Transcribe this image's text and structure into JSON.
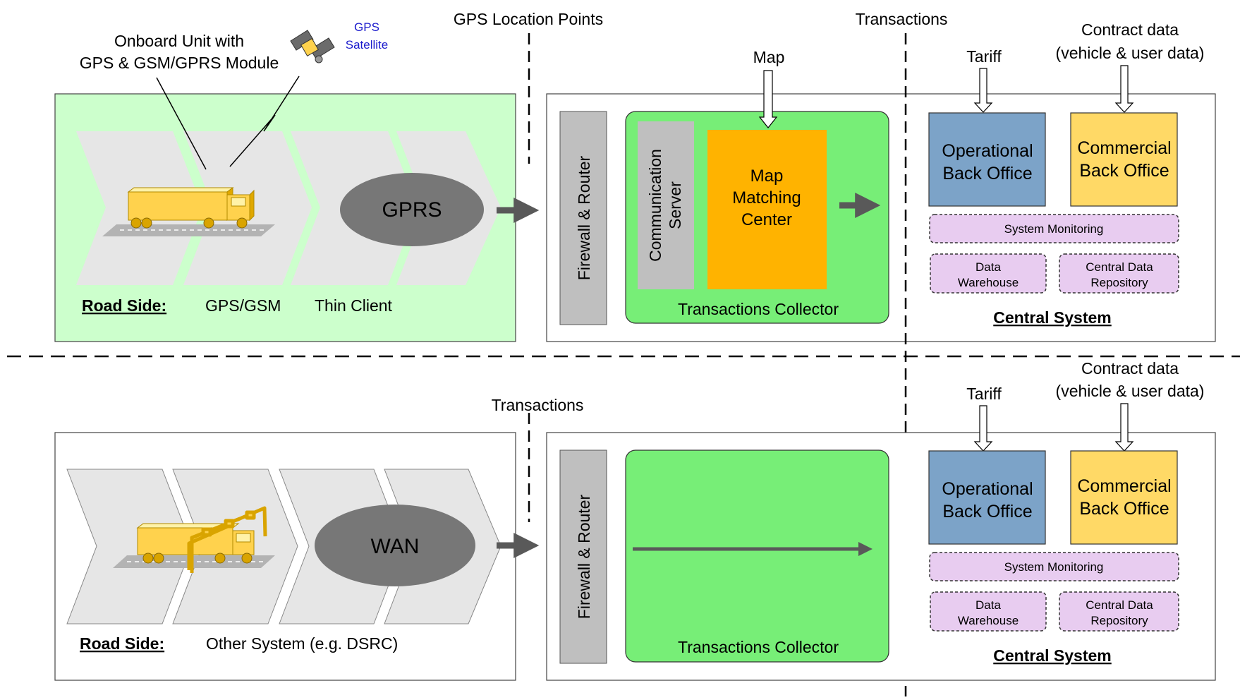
{
  "colors": {
    "outer_green": "#ccffcc",
    "collector_green": "#77ee77",
    "chevron_gray": "#e6e6e6",
    "oval_gray": "#777777",
    "firewall_gray": "#bfbfbf",
    "map_center_orange": "#ffb300",
    "operational_blue": "#7ca3c8",
    "commercial_yellow": "#ffd966",
    "monitoring_pink": "#e8ccf0",
    "satellite_label_blue": "#1a1acc",
    "truck_yellow": "#ffd24d"
  },
  "top_panel": {
    "onboard_label_line1": "Onboard Unit with",
    "onboard_label_line2": "GPS & GSM/GPRS Module",
    "satellite_label_line1": "GPS",
    "satellite_label_line2": "Satellite",
    "gps_points_label": "GPS Location Points",
    "transactions_label": "Transactions",
    "network_label": "GPRS",
    "road_side_label": "Road Side:",
    "stage2_label": "GPS/GSM",
    "stage3_label": "Thin Client",
    "firewall_label": "Firewall & Router",
    "comm_server_line1": "Communication",
    "comm_server_line2": "Server",
    "map_label": "Map",
    "map_center_line1": "Map",
    "map_center_line2": "Matching",
    "map_center_line3": "Center",
    "collector_label": "Transactions Collector",
    "tariff_label": "Tariff",
    "contract_line1": "Contract data",
    "contract_line2": "(vehicle & user data)",
    "operational_line1": "Operational",
    "operational_line2": "Back Office",
    "commercial_line1": "Commercial",
    "commercial_line2": "Back Office",
    "monitoring_label": "System Monitoring",
    "warehouse_line1": "Data",
    "warehouse_line2": "Warehouse",
    "repository_line1": "Central Data",
    "repository_line2": "Repository",
    "central_label": "Central System"
  },
  "bottom_panel": {
    "transactions_label": "Transactions",
    "network_label": "WAN",
    "road_side_label": "Road Side:",
    "stage_label": "Other System (e.g. DSRC)",
    "firewall_label": "Firewall & Router",
    "collector_label": "Transactions Collector",
    "tariff_label": "Tariff",
    "contract_line1": "Contract data",
    "contract_line2": "(vehicle & user data)",
    "operational_line1": "Operational",
    "operational_line2": "Back Office",
    "commercial_line1": "Commercial",
    "commercial_line2": "Back Office",
    "monitoring_label": "System Monitoring",
    "warehouse_line1": "Data",
    "warehouse_line2": "Warehouse",
    "repository_line1": "Central Data",
    "repository_line2": "Repository",
    "central_label": "Central System"
  }
}
